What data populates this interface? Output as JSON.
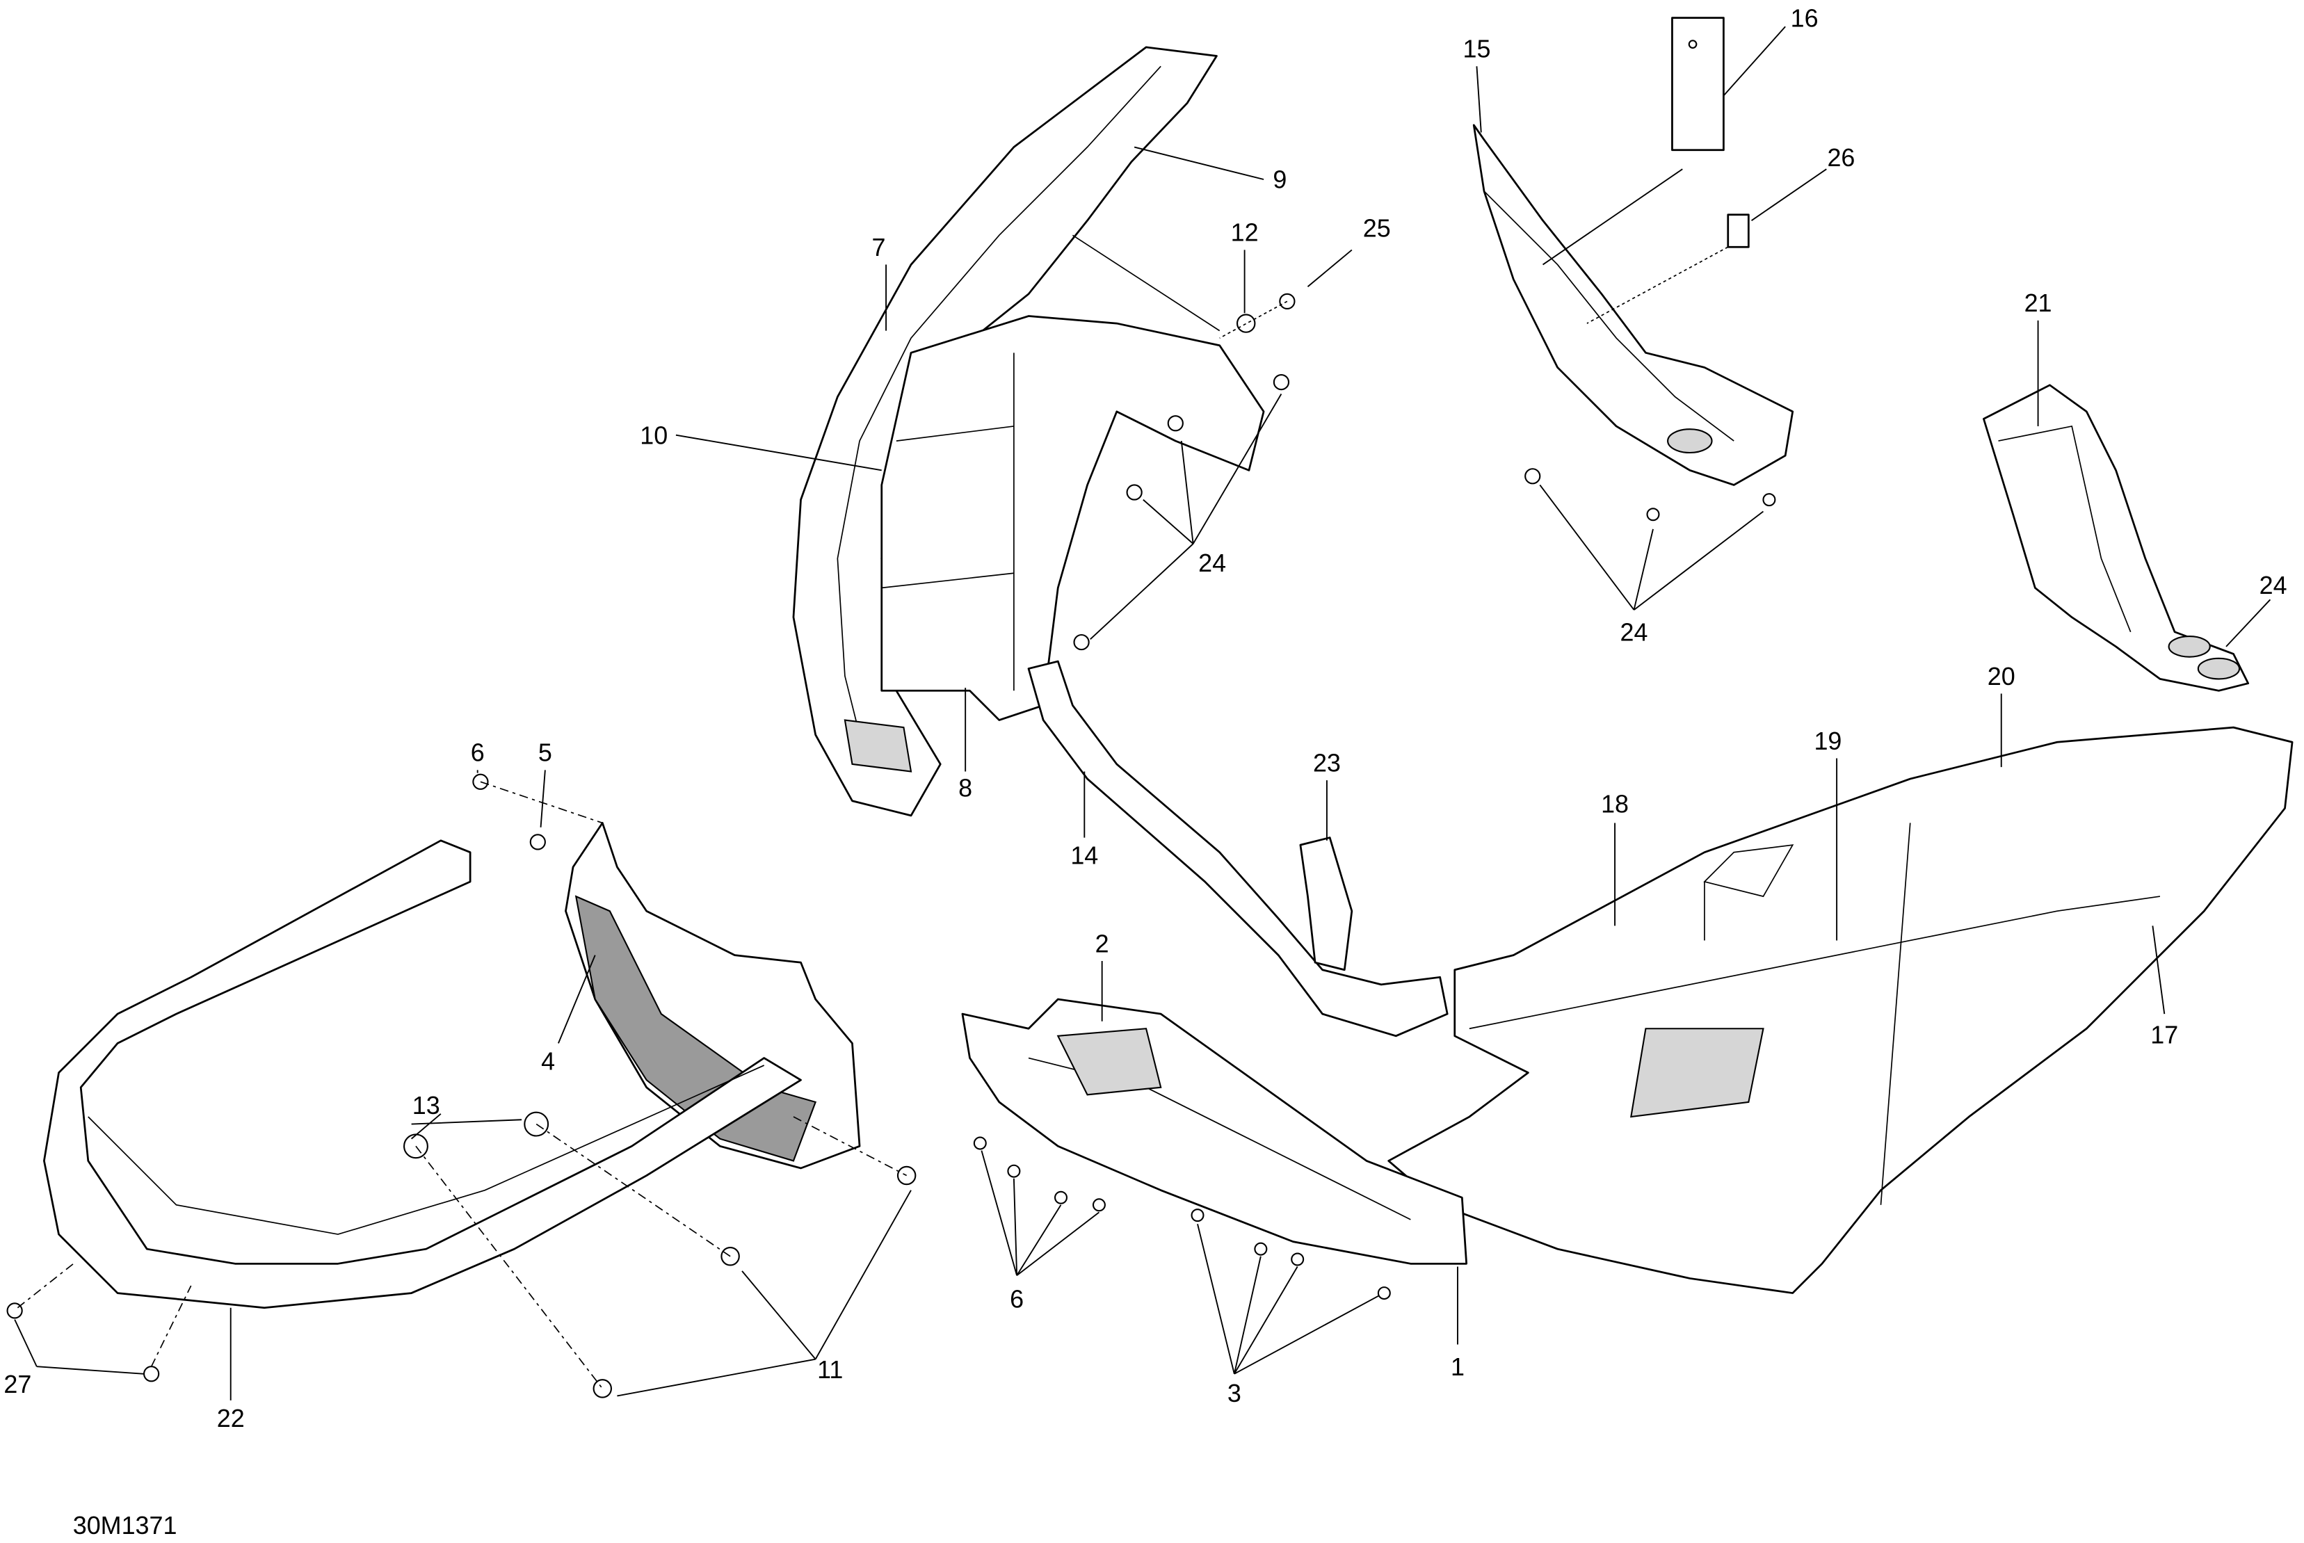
{
  "drawing_id": "30M1371",
  "callouts": {
    "c16": "16",
    "c15": "15",
    "c26": "26",
    "c9": "9",
    "c12": "12",
    "c25": "25",
    "c7": "7",
    "c21": "21",
    "c10": "10",
    "c24a": "24",
    "c24b": "24",
    "c24c": "24",
    "c20": "20",
    "c19": "19",
    "c18": "18",
    "c23": "23",
    "c8": "8",
    "c14": "14",
    "c6a": "6",
    "c5": "5",
    "c2": "2",
    "c4": "4",
    "c17": "17",
    "c13": "13",
    "c6b": "6",
    "c1": "1",
    "c3": "3",
    "c11": "11",
    "c27": "27",
    "c22": "22"
  }
}
